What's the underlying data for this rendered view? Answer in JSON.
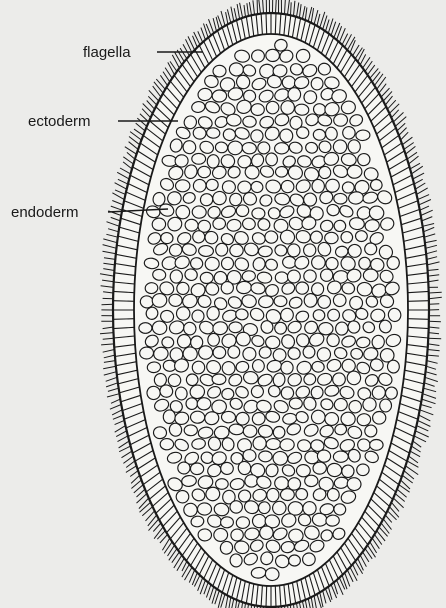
{
  "labels": {
    "flagella": "flagella",
    "ectoderm": "ectoderm",
    "endoderm": "endoderm"
  },
  "colors": {
    "ink": "#1a1a1a",
    "cell_fill": "#f7f7f4",
    "paper": "#ececea"
  }
}
